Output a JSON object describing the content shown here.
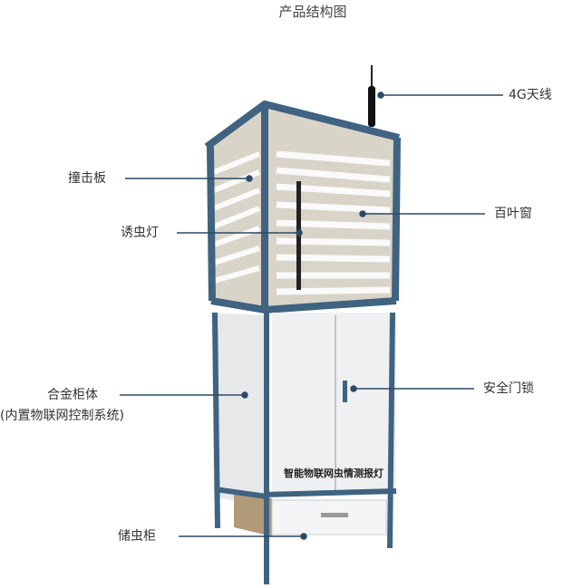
{
  "title": "产品结构图",
  "device_print": {
    "name": "智能物联网虫情测报灯"
  },
  "labels": {
    "antenna": "4G天线",
    "impact_plate": "撞击板",
    "louver": "百叶窗",
    "lure_lamp": "诱虫灯",
    "cabinet": "合金柜体",
    "cabinet_note": "(内置物联网控制系统)",
    "door_lock": "安全门锁",
    "storage": "储虫柜"
  },
  "colors": {
    "frame": "#3f6380",
    "leader": "#2d4a63",
    "panel": "#eef0f2"
  }
}
